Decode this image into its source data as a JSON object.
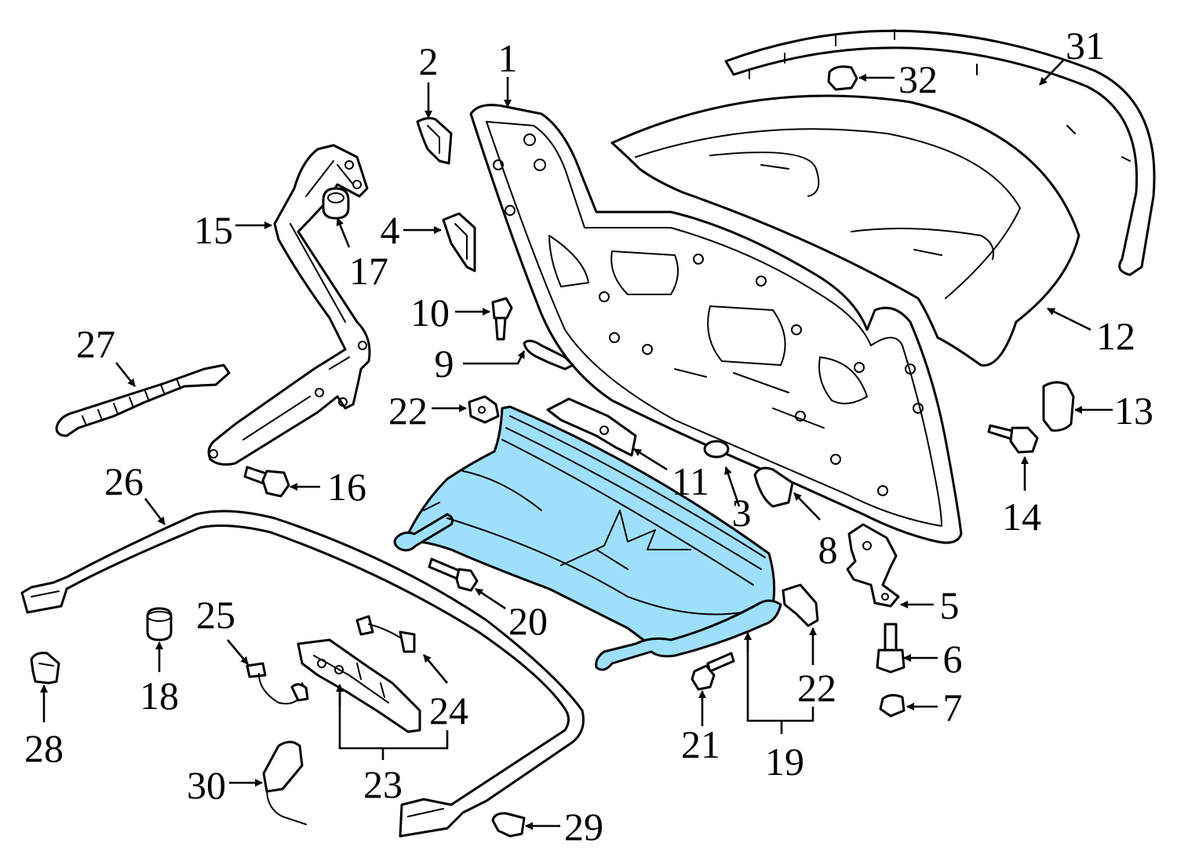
{
  "highlight_color": "#9ee0fb",
  "callouts": {
    "c1": "1",
    "c2": "2",
    "c3": "3",
    "c4": "4",
    "c5": "5",
    "c6": "6",
    "c7": "7",
    "c8": "8",
    "c9": "9",
    "c10": "10",
    "c11": "11",
    "c12": "12",
    "c13": "13",
    "c14": "14",
    "c15": "15",
    "c16": "16",
    "c17": "17",
    "c18": "18",
    "c19": "19",
    "c20": "20",
    "c21": "21",
    "c22a": "22",
    "c22b": "22",
    "c23": "23",
    "c24": "24",
    "c25": "25",
    "c26": "26",
    "c27": "27",
    "c28": "28",
    "c29": "29",
    "c30": "30",
    "c31": "31",
    "c32": "32"
  },
  "icons": [
    "arrow-icon"
  ]
}
